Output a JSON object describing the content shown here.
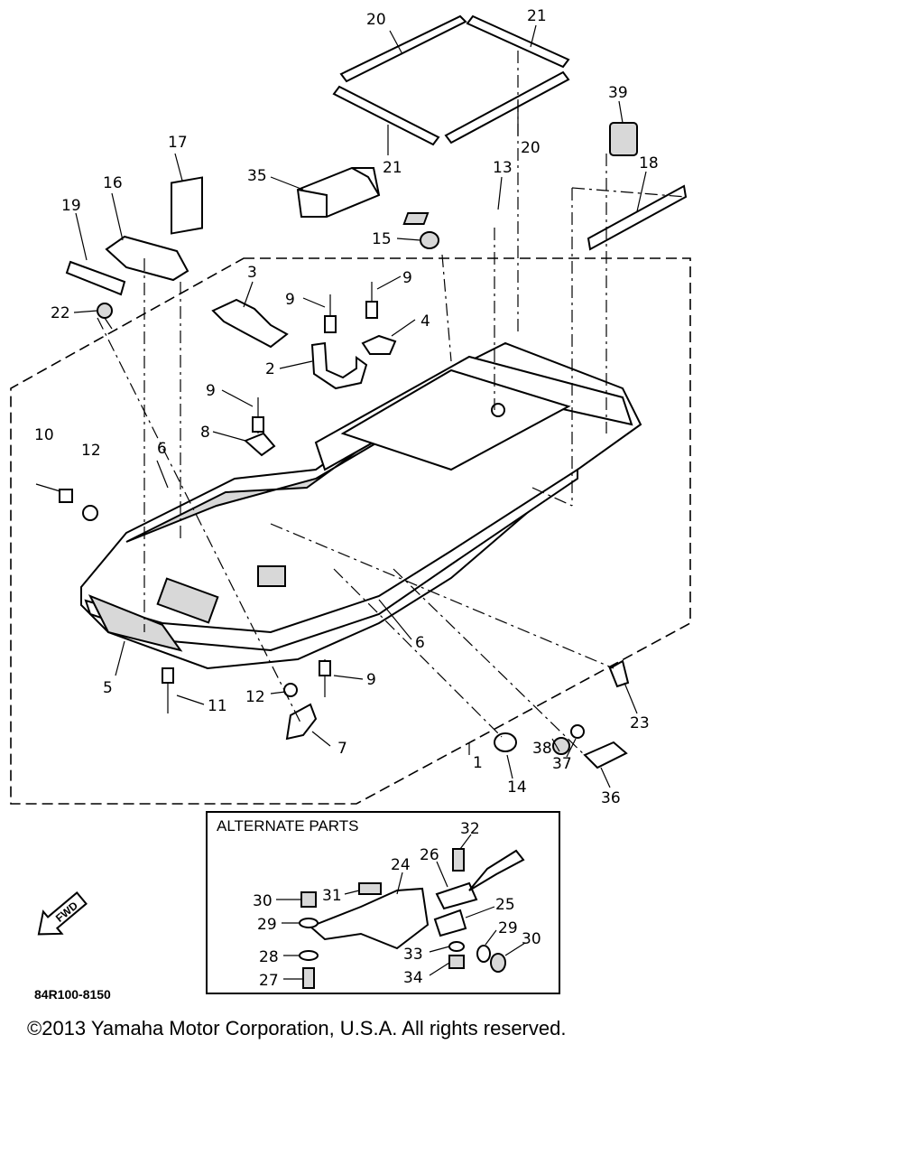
{
  "labels": {
    "p1": "1",
    "p2": "2",
    "p3": "3",
    "p4": "4",
    "p5": "5",
    "p6a": "6",
    "p6b": "6",
    "p7": "7",
    "p8": "8",
    "p9a": "9",
    "p9b": "9",
    "p9c": "9",
    "p9d": "9",
    "p10": "10",
    "p11": "11",
    "p12a": "12",
    "p12b": "12",
    "p13": "13",
    "p14": "14",
    "p15": "15",
    "p16": "16",
    "p17": "17",
    "p18": "18",
    "p19": "19",
    "p20a": "20",
    "p20b": "20",
    "p21a": "21",
    "p21b": "21",
    "p22": "22",
    "p23": "23",
    "p24": "24",
    "p25": "25",
    "p26": "26",
    "p27": "27",
    "p28": "28",
    "p29a": "29",
    "p29b": "29",
    "p30a": "30",
    "p30b": "30",
    "p31": "31",
    "p32": "32",
    "p33": "33",
    "p34": "34",
    "p35": "35",
    "p36": "36",
    "p37": "37",
    "p38": "38",
    "p39": "39"
  },
  "alternate_title": "ALTERNATE PARTS",
  "fwd_label": "FWD",
  "drawing_code": "84R100-8150",
  "copyright": "©2013 Yamaha Motor Corporation, U.S.A. All rights reserved."
}
